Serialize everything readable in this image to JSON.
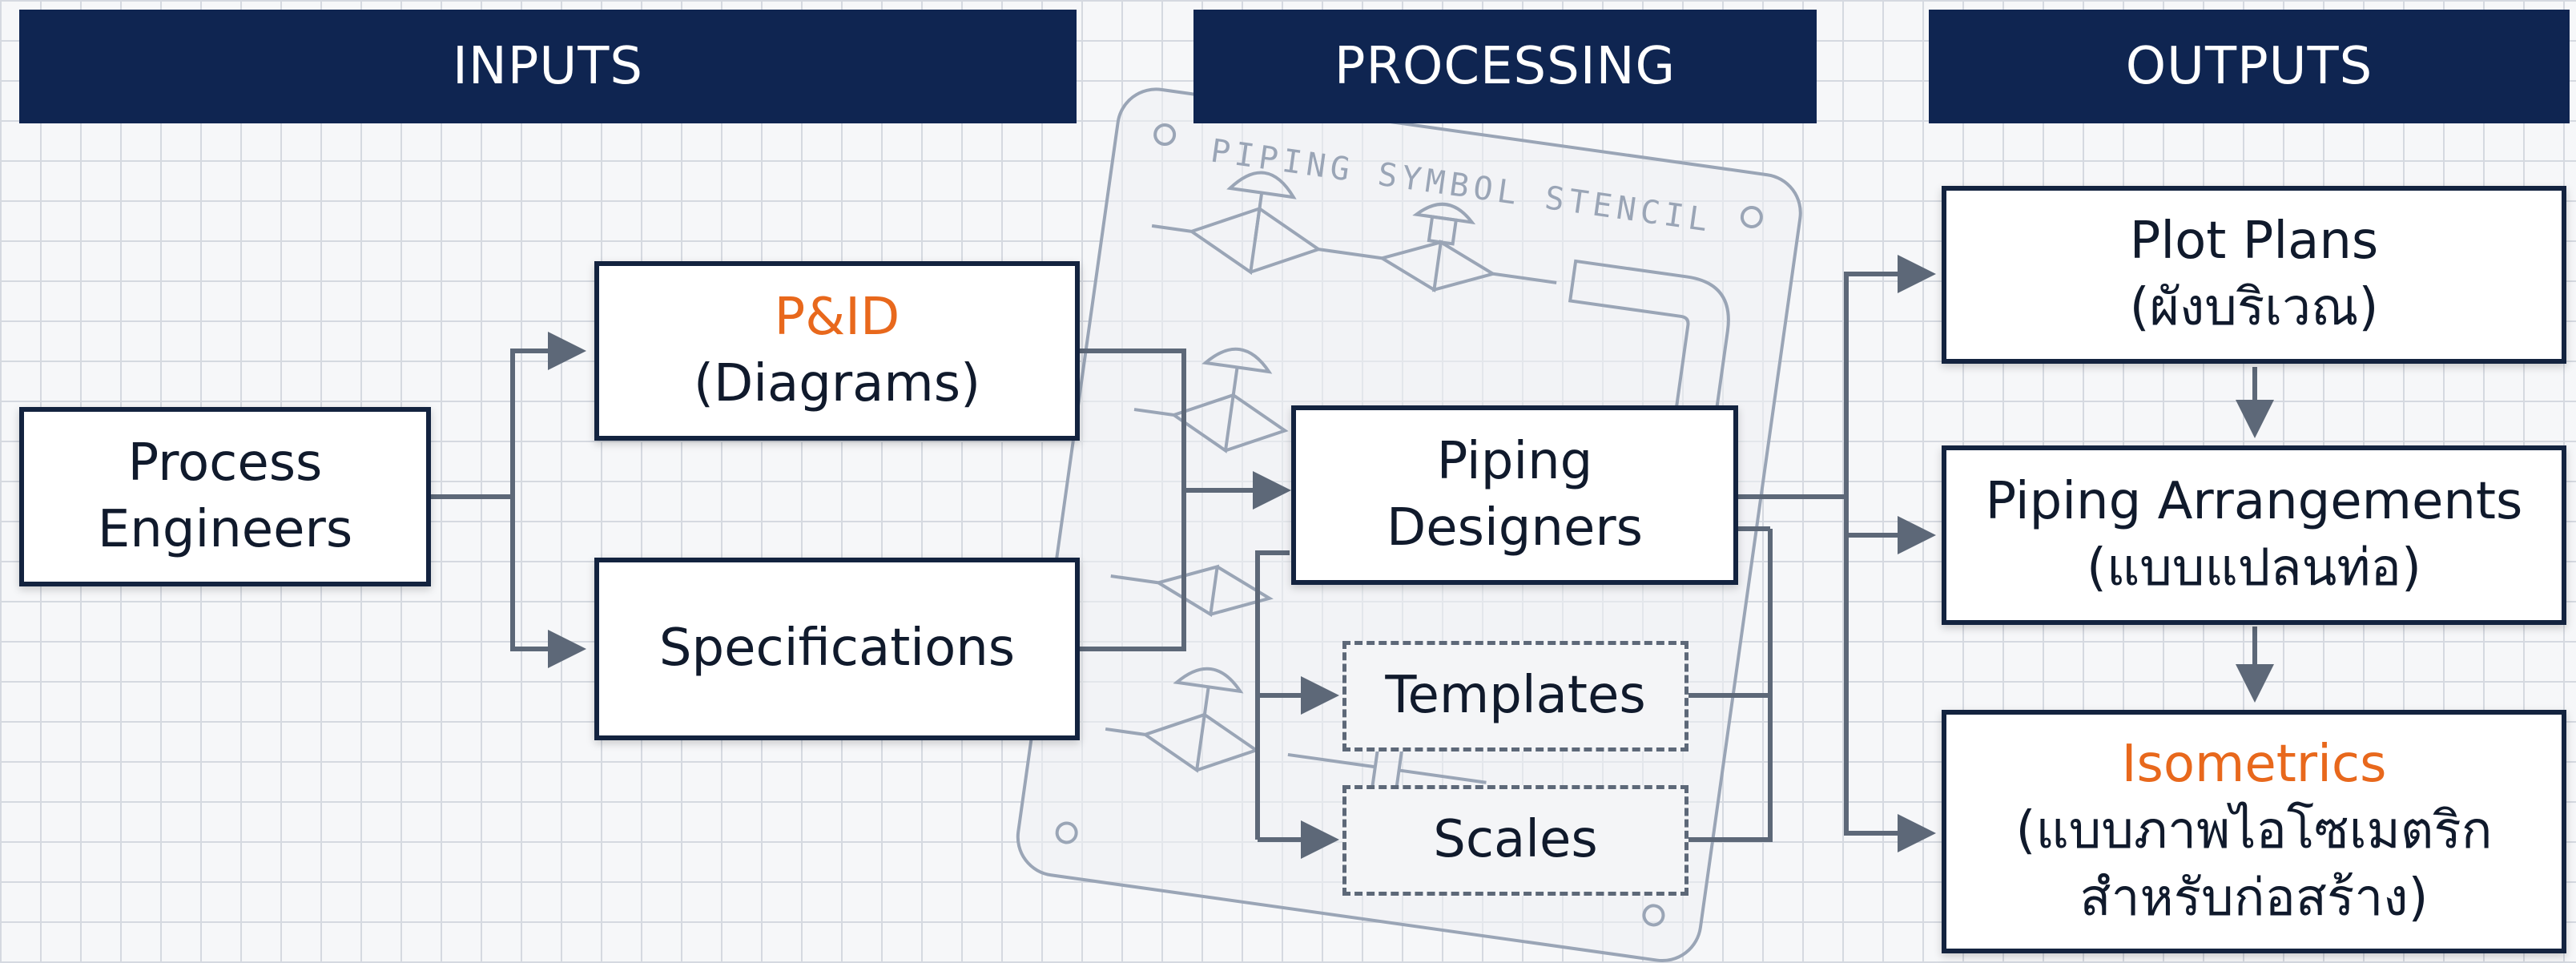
{
  "headers": {
    "inputs": "INPUTS",
    "processing": "PROCESSING",
    "outputs": "OUTPUTS"
  },
  "stencil_label": "PIPING SYMBOL STENCIL",
  "nodes": {
    "process_engineers": {
      "line1": "Process",
      "line2": "Engineers"
    },
    "pid": {
      "title": "P&ID",
      "subtitle": "(Diagrams)"
    },
    "specifications": {
      "label": "Specifications"
    },
    "piping_designers": {
      "line1": "Piping",
      "line2": "Designers"
    },
    "templates": {
      "label": "Templates"
    },
    "scales": {
      "label": "Scales"
    },
    "plot_plans": {
      "title": "Plot Plans",
      "subtitle": "(ผังบริเวณ)"
    },
    "piping_arrangements": {
      "title": "Piping Arrangements",
      "subtitle": "(แบบแปลนท่อ)"
    },
    "isometrics": {
      "title": "Isometrics",
      "subtitle1": "(แบบภาพไอโซเมตริก",
      "subtitle2": "สำหรับก่อสร้าง)"
    }
  },
  "colors": {
    "header_bg": "#0f2551",
    "accent": "#e8681c",
    "connector": "#5d6878",
    "box_border": "#13233f"
  }
}
